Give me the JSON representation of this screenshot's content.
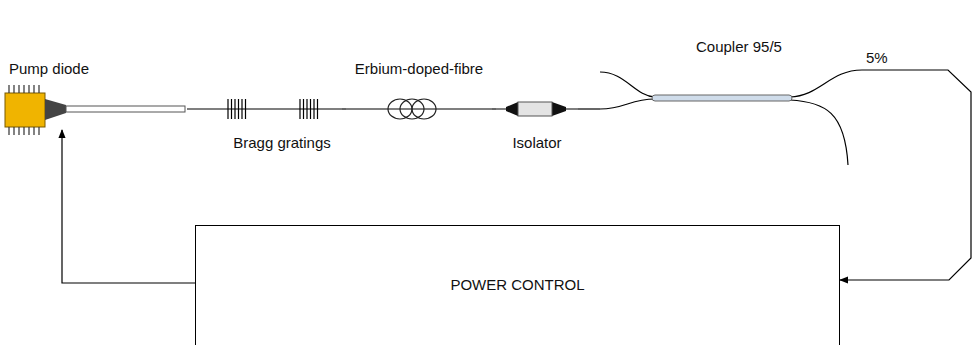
{
  "diagram": {
    "nodes": [
      {
        "text": [
          "Pump diode"
        ]
      },
      {
        "text": [
          "Bragg gratings"
        ]
      },
      {
        "text": [
          "Erbium-doped-fibre"
        ]
      },
      {
        "text": [
          "Isolator"
        ]
      },
      {
        "text": [
          "Coupler 95/5"
        ]
      },
      {
        "text": [
          "POWER CONTROL"
        ]
      }
    ],
    "edges": [
      {
        "from": 0,
        "to": 1,
        "arrow": "none"
      },
      {
        "from": 1,
        "to": 2,
        "arrow": "none"
      },
      {
        "from": 2,
        "to": 3,
        "arrow": "none"
      },
      {
        "from": 3,
        "to": 4,
        "arrow": "none"
      },
      {
        "from": 4,
        "to": 5,
        "label": "5%",
        "arrow": "to"
      },
      {
        "from": 5,
        "to": 0,
        "arrow": "to"
      }
    ]
  }
}
